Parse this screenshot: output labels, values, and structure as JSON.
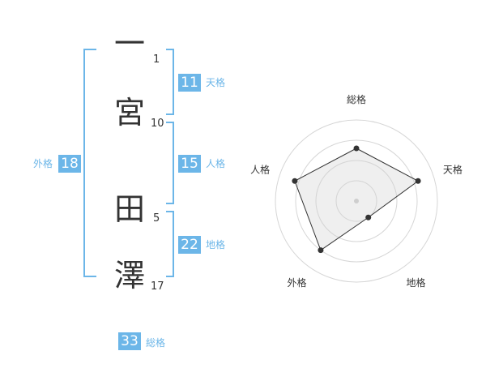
{
  "name": {
    "characters": [
      {
        "char": "一",
        "strokes": "1"
      },
      {
        "char": "宮",
        "strokes": "10"
      },
      {
        "char": "田",
        "strokes": "5"
      },
      {
        "char": "澤",
        "strokes": "17"
      }
    ]
  },
  "fortune": {
    "tenkaku": {
      "value": "11",
      "label": "天格"
    },
    "jinkaku": {
      "value": "15",
      "label": "人格"
    },
    "chikaku": {
      "value": "22",
      "label": "地格"
    },
    "gaikaku": {
      "value": "18",
      "label": "外格"
    },
    "soukaku": {
      "value": "33",
      "label": "総格"
    }
  },
  "colors": {
    "accent": "#6cb6e8",
    "text": "#333333"
  },
  "chart_data": {
    "type": "radar",
    "axes": [
      "総格",
      "天格",
      "地格",
      "外格",
      "人格"
    ],
    "values": [
      0.65,
      0.8,
      0.25,
      0.75,
      0.8
    ],
    "rings": 4,
    "grid": true
  }
}
